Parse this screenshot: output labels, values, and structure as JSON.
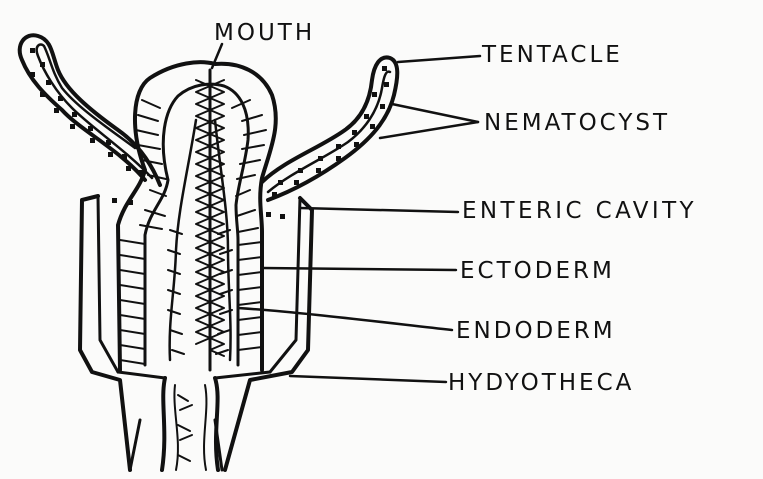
{
  "diagram": {
    "labels": {
      "mouth": "MOUTH",
      "tentacle": "TENTACLE",
      "nematocyst": "NEMATOCYST",
      "enteric_cavity": "ENTERIC CAVITY",
      "ectoderm": "ECTODERM",
      "endoderm": "ENDODERM",
      "hydrotheca": "HYDYOTHECA"
    }
  }
}
